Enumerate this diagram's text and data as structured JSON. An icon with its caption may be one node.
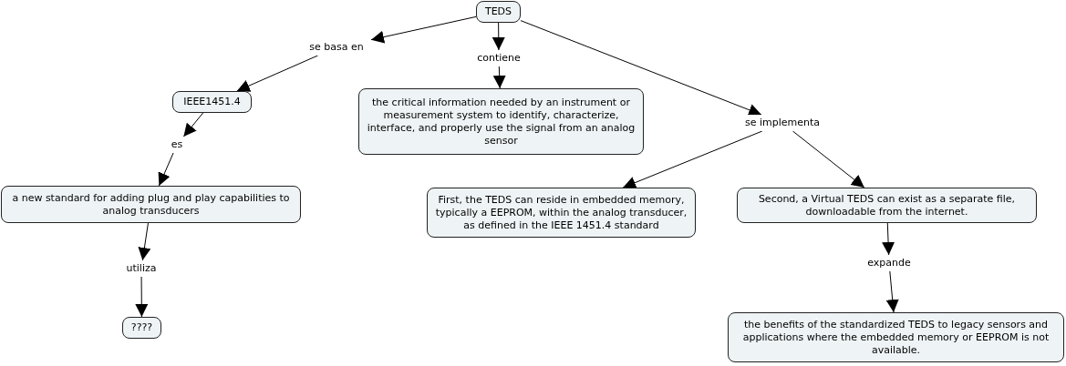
{
  "diagram": {
    "nodes": [
      {
        "text": [
          "TEDS"
        ]
      },
      {
        "text": [
          "se basa en"
        ]
      },
      {
        "text": [
          "contiene"
        ]
      },
      {
        "text": [
          "se implementa"
        ]
      },
      {
        "text": [
          "IEEE1451.4"
        ]
      },
      {
        "text": [
          "the critical information needed by an instrument or measurement system to identify, characterize, interface, and properly use the signal from an analog sensor"
        ]
      },
      {
        "text": [
          "es"
        ]
      },
      {
        "text": [
          "a new standard for adding plug and play capabilities to analog transducers"
        ]
      },
      {
        "text": [
          "First, the TEDS can reside in embedded memory, typically a EEPROM, within the analog transducer, as defined in the IEEE 1451.4 standard"
        ]
      },
      {
        "text": [
          "Second, a Virtual TEDS can exist as a separate file, downloadable from the internet."
        ]
      },
      {
        "text": [
          "utiliza"
        ]
      },
      {
        "text": [
          "expande"
        ]
      },
      {
        "text": [
          "????"
        ]
      },
      {
        "text": [
          "the benefits of the standardized TEDS to legacy sensors and applications where the embedded memory or EEPROM is not available."
        ]
      }
    ],
    "edges": [
      {
        "from": 0,
        "to": 1,
        "arrow": "to"
      },
      {
        "from": 1,
        "to": 4,
        "arrow": "to"
      },
      {
        "from": 0,
        "to": 2,
        "arrow": "to"
      },
      {
        "from": 2,
        "to": 5,
        "arrow": "to"
      },
      {
        "from": 0,
        "to": 3,
        "arrow": "to"
      },
      {
        "from": 3,
        "to": 8,
        "arrow": "to"
      },
      {
        "from": 3,
        "to": 9,
        "arrow": "to"
      },
      {
        "from": 4,
        "to": 6,
        "arrow": "to"
      },
      {
        "from": 6,
        "to": 7,
        "arrow": "to"
      },
      {
        "from": 7,
        "to": 10,
        "arrow": "to"
      },
      {
        "from": 10,
        "to": 12,
        "arrow": "to"
      },
      {
        "from": 9,
        "to": 11,
        "arrow": "to"
      },
      {
        "from": 11,
        "to": 13,
        "arrow": "to"
      }
    ]
  }
}
